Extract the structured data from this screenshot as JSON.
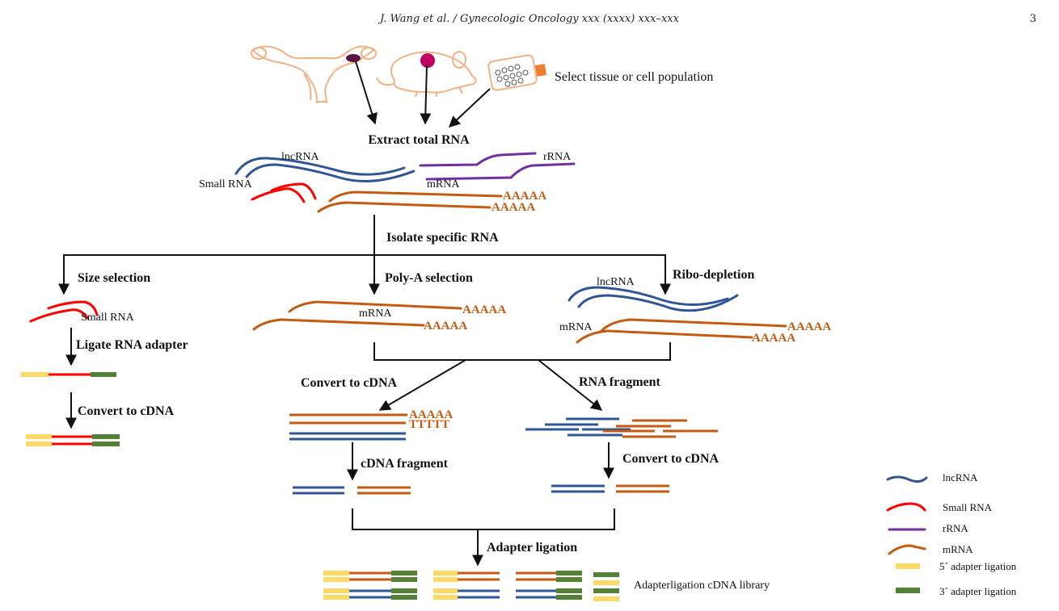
{
  "header": {
    "running_head": "J. Wang et al. / Gynecologic Oncology xxx (xxxx) xxx–xxx",
    "page_number": "3"
  },
  "steps": {
    "select": "Select tissue or cell population",
    "extract": "Extract total RNA",
    "isolate": "Isolate specific RNA",
    "size_selection": "Size selection",
    "polya_selection": "Poly-A selection",
    "ribo_depletion": "Ribo-depletion",
    "ligate_adapter": "Ligate RNA adapter",
    "convert_left": "Convert to cDNA",
    "convert_mid": "Convert to cDNA",
    "rna_fragment": "RNA fragment",
    "cdna_fragment": "cDNA fragment",
    "convert_right": "Convert to cDNA",
    "adapter_ligation": "Adapter ligation",
    "library": "Adapterligation cDNA library"
  },
  "labels": {
    "lncrna_top": "lncRNA",
    "rrna_top": "rRNA",
    "small_rna_top": "Small RNA",
    "mrna_top": "mRNA",
    "polya_top1": "AAAAA",
    "polya_top2": "AAAAA",
    "small_rna_left": "Small RNA",
    "mrna_mid": "mRNA",
    "polya_mid1": "AAAAA",
    "polya_mid2": "AAAAA",
    "lncrna_right": "lncRNA",
    "mrna_right": "mRNA",
    "polya_right1": "AAAAA",
    "polya_right2": "AAAAA",
    "polya_cdna": "AAAAA",
    "polyt_cdna": "TTTTT"
  },
  "legend": [
    {
      "label": "lncRNA",
      "kind": "lnc",
      "color": "#2f5597"
    },
    {
      "label": "Small RNA",
      "kind": "small",
      "color": "#ff0000"
    },
    {
      "label": "rRNA",
      "kind": "rrna",
      "color": "#7030a0"
    },
    {
      "label": "mRNA",
      "kind": "mrna",
      "color": "#c55a11"
    },
    {
      "label": "5´ adapter ligation",
      "kind": "five",
      "color": "#ffd966"
    },
    {
      "label": "3´ adapter ligation",
      "kind": "three",
      "color": "#548235"
    }
  ],
  "colors": {
    "lncrna": "#2f5597",
    "small_rna": "#ff0000",
    "rrna": "#7030a0",
    "mrna": "#c55a11",
    "adapter_5": "#ffd966",
    "adapter_3": "#548235",
    "tissue": "#f4b183",
    "tumor": "#c00060",
    "flask": "#ed7d31"
  }
}
